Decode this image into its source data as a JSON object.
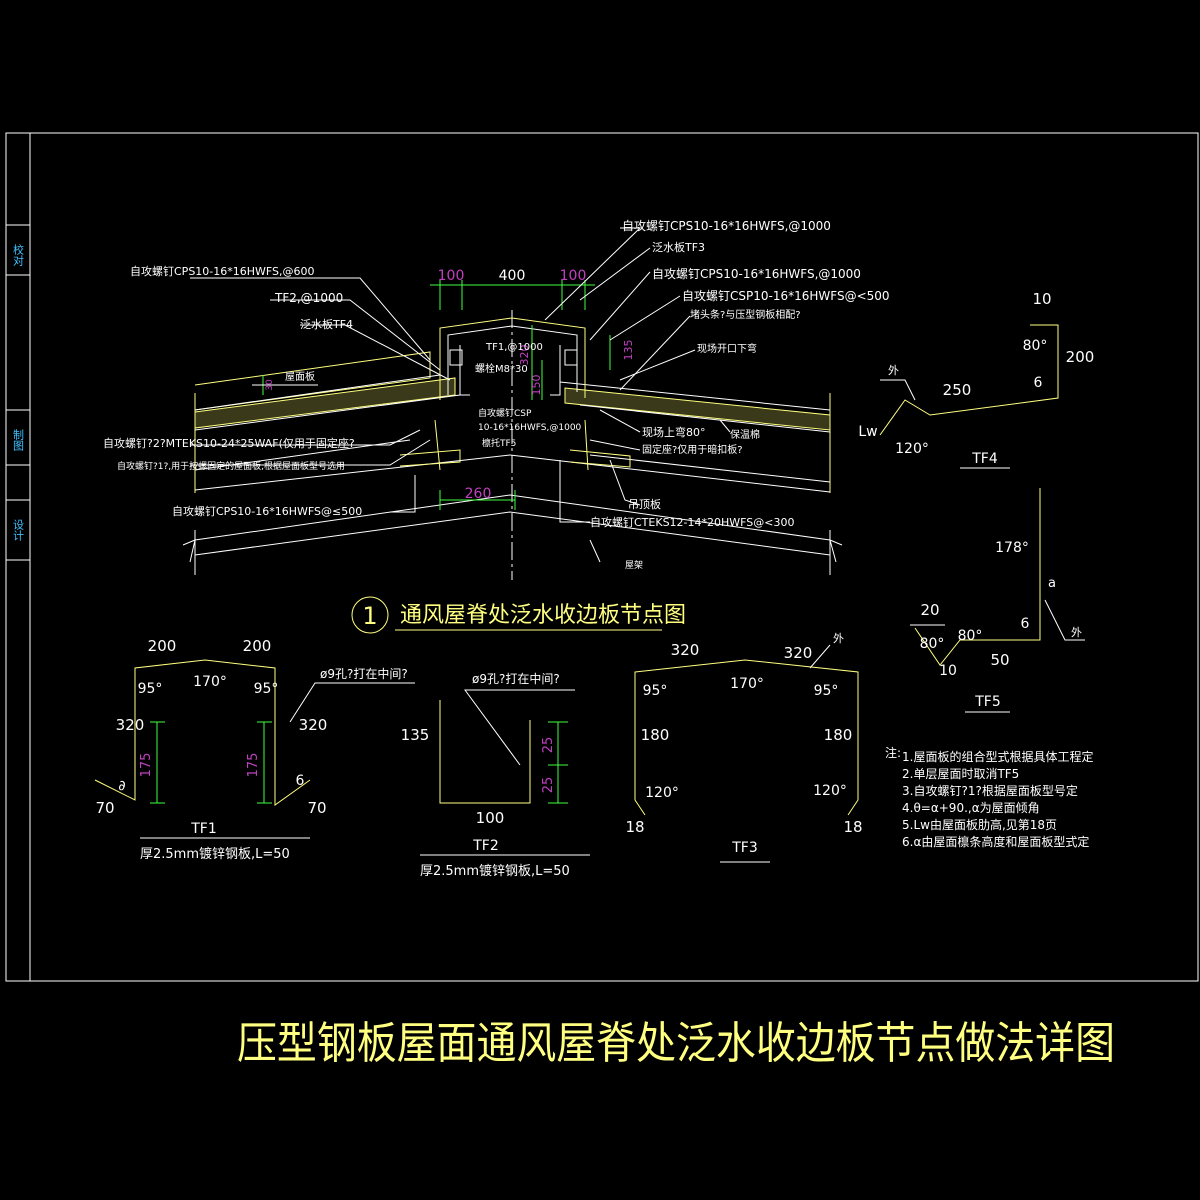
{
  "sheet": {
    "big_title": "压型钢板屋面通风屋脊处泛水收边板节点做法详图",
    "side_labels": [
      "校对",
      "制图",
      "设计"
    ]
  },
  "detail": {
    "marker": "1",
    "title": "通风屋脊处泛水收边板节点图",
    "dims_top": [
      "100",
      "400",
      "100"
    ],
    "dim_260": "260",
    "dims_vertical": [
      "320",
      "150",
      "135",
      "30"
    ],
    "callouts_left": [
      "自攻螺钉CPS10-16*16HWFS,@600",
      "TF2,@1000",
      "泛水板TF4",
      "屋面板",
      "自攻螺钉?2?MTEKS10-24*25WAF(仅用于固定座?",
      "自攻螺钉?1?,用于按螺固定的屋面板,根据屋面板型号选用",
      "自攻螺钉CPS10-16*16HWFS@≤500"
    ],
    "callouts_center": [
      "TF1,@1000",
      "螺栓M8*30",
      "自攻螺钉CSP",
      "10-16*16HWFS,@1000",
      "檩托TF5"
    ],
    "callouts_right": [
      "自攻螺钉CPS10-16*16HWFS,@1000",
      "泛水板TF3",
      "自攻螺钉CPS10-16*16HWFS,@1000",
      "自攻螺钉CSP10-16*16HWFS@<500",
      "堵头条?与压型钢板相配?",
      "现场开口下弯",
      "现场上弯80°",
      "保温棉",
      "固定座?仅用于暗扣板?",
      "吊顶板",
      "自攻螺钉CTEKS12-14*20HWFS@<300",
      "屋架"
    ]
  },
  "tf1": {
    "name": "TF1",
    "desc": "厚2.5mm镀锌钢板,L=50",
    "dims": [
      "200",
      "200",
      "95°",
      "170°",
      "95°",
      "320",
      "320",
      "175",
      "175",
      "∂",
      "6",
      "70",
      "70"
    ],
    "note": "ø9孔?打在中间?"
  },
  "tf2": {
    "name": "TF2",
    "desc": "厚2.5mm镀锌钢板,L=50",
    "dims": [
      "135",
      "100",
      "25",
      "25"
    ],
    "note": "ø9孔?打在中间?"
  },
  "tf3": {
    "name": "TF3",
    "dims": [
      "320",
      "320",
      "95°",
      "170°",
      "95°",
      "180",
      "180",
      "120°",
      "120°",
      "18",
      "18"
    ],
    "outer": "外"
  },
  "tf4": {
    "name": "TF4",
    "dims": [
      "10",
      "80°",
      "200",
      "6",
      "250",
      "120°",
      "Lw"
    ],
    "outer": "外"
  },
  "tf5": {
    "name": "TF5",
    "dims": [
      "178°",
      "a",
      "20",
      "80°",
      "80°",
      "6",
      "50",
      "10"
    ],
    "outer": "外"
  },
  "notes": {
    "head": "注:",
    "items": [
      "1.屋面板的组合型式根据具体工程定",
      "2.单层屋面时取消TF5",
      "3.自攻螺钉?1?根据屋面板型号定",
      "4.θ=α+90.,α为屋面倾角",
      "5.Lw由屋面板肋高,见第18页",
      "6.α由屋面檩条高度和屋面板型式定"
    ]
  }
}
